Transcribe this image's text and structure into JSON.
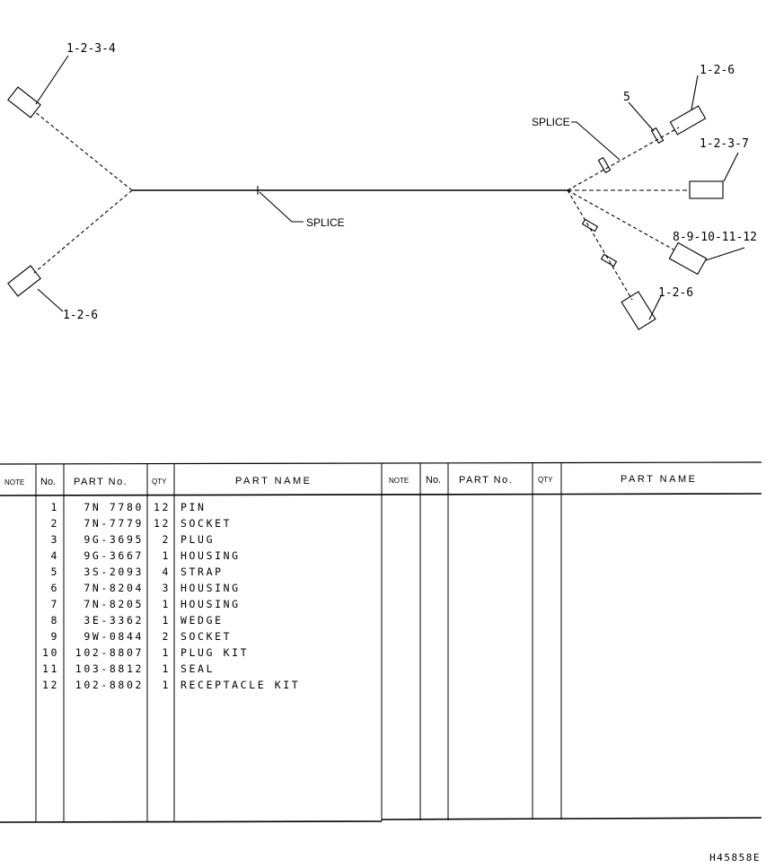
{
  "harness": {
    "labels": {
      "top_left_connector": "1-2-3-4",
      "bottom_left_connector": "1-2-6",
      "trunk_splice": "SPLICE",
      "right_splice": "SPLICE",
      "strap_callout": "5",
      "top_right_connector": "1-2-6",
      "middle_right_connector": "1-2-3-7",
      "lower_right_connector": "8-9-10-11-12",
      "bottom_right_connector": "1-2-6"
    }
  },
  "parts_table": {
    "headers": {
      "note": "NOTE",
      "no": "No.",
      "part_no": "PART No.",
      "qty": "QTY",
      "part_name": "PART NAME"
    },
    "rows": [
      {
        "no": "1",
        "part_no": "7N 7780",
        "qty": "12",
        "name": "PIN"
      },
      {
        "no": "2",
        "part_no": "7N-7779",
        "qty": "12",
        "name": "SOCKET"
      },
      {
        "no": "3",
        "part_no": "9G-3695",
        "qty": "2",
        "name": "PLUG"
      },
      {
        "no": "4",
        "part_no": "9G-3667",
        "qty": "1",
        "name": "HOUSING"
      },
      {
        "no": "5",
        "part_no": "3S-2093",
        "qty": "4",
        "name": "STRAP"
      },
      {
        "no": "6",
        "part_no": "7N-8204",
        "qty": "3",
        "name": "HOUSING"
      },
      {
        "no": "7",
        "part_no": "7N-8205",
        "qty": "1",
        "name": "HOUSING"
      },
      {
        "no": "8",
        "part_no": "3E-3362",
        "qty": "1",
        "name": "WEDGE"
      },
      {
        "no": "9",
        "part_no": "9W-0844",
        "qty": "2",
        "name": "SOCKET"
      },
      {
        "no": "10",
        "part_no": "102-8807",
        "qty": "1",
        "name": "PLUG KIT"
      },
      {
        "no": "11",
        "part_no": "103-8812",
        "qty": "1",
        "name": "SEAL"
      },
      {
        "no": "12",
        "part_no": "102-8802",
        "qty": "1",
        "name": "RECEPTACLE KIT"
      }
    ]
  },
  "document_id": "H45858E"
}
